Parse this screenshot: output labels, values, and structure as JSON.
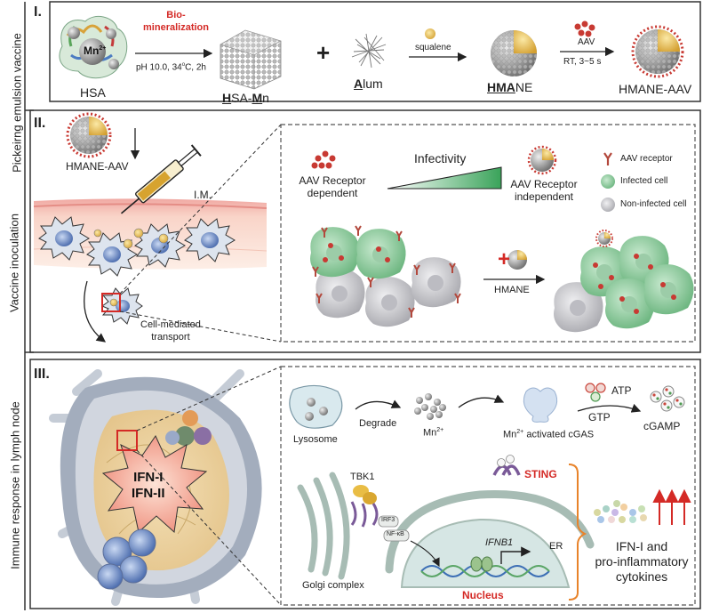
{
  "side_labels": {
    "s1": "Pickeirng emulsion vaccine",
    "s2": "Vaccine inoculation",
    "s3": "Immune response in lymph node"
  },
  "section1": {
    "numeral": "I.",
    "hsa": "HSA",
    "mn_ion": "Mn",
    "mn_sup": "2+",
    "biomin_1": "Bio-",
    "biomin_2": "mineralization",
    "cond_1": "pH 10.0, 34",
    "cond_deg": "o",
    "cond_2": "C, 2h",
    "hsamn_h": "H",
    "hsamn_mid": "SA-",
    "hsamn_m": "M",
    "hsamn_n": "n",
    "plus": "+",
    "alum_a": "A",
    "alum_rest": "lum",
    "squalene": "squalene",
    "hmane_hma": "HMA",
    "hmane_ne": "NE",
    "aav": "AAV",
    "rt": "RT, 3~5 s",
    "hmane_aav": "HMANE-AAV"
  },
  "section2": {
    "numeral": "II.",
    "hmane_aav": "HMANE-AAV",
    "im": "I.M.",
    "transport_1": "Cell-mediated",
    "transport_2": "transport",
    "infectivity": "Infectivity",
    "dep_1": "AAV Receptor",
    "dep_2": "dependent",
    "indep_1": "AAV Receptor",
    "indep_2": "independent",
    "legend_receptor": "AAV receptor",
    "legend_infected": "Infected cell",
    "legend_noninfected": "Non-infected cell",
    "plus": "+",
    "hmane": "HMANE"
  },
  "section3": {
    "numeral": "III.",
    "ifn1": "IFN-I",
    "ifn2": "IFN-II",
    "lysosome": "Lysosome",
    "degrade": "Degrade",
    "mn": "Mn",
    "mn_sup": "2+",
    "cgas_mn": "Mn",
    "cgas_sup": "2+",
    "cgas_rest": " activated cGAS",
    "atp": "ATP",
    "gtp": "GTP",
    "cgamp": "cGAMP",
    "tbk1": "TBK1",
    "irf3": "IRF3",
    "nfkb": "NF-κB",
    "sting": "STING",
    "ifnb1": "IFNB1",
    "er": "ER",
    "golgi": "Golgi complex",
    "nucleus": "Nucleus",
    "out_1": "IFN-I and",
    "out_2": "pro-inflammatory",
    "out_3": "cytokines"
  },
  "colors": {
    "red": "#d42a26",
    "green_cell": "#8cc79a",
    "gray_cell": "#c8c8cc",
    "core": "#e9c35a",
    "orange_bracket": "#e8832a"
  }
}
